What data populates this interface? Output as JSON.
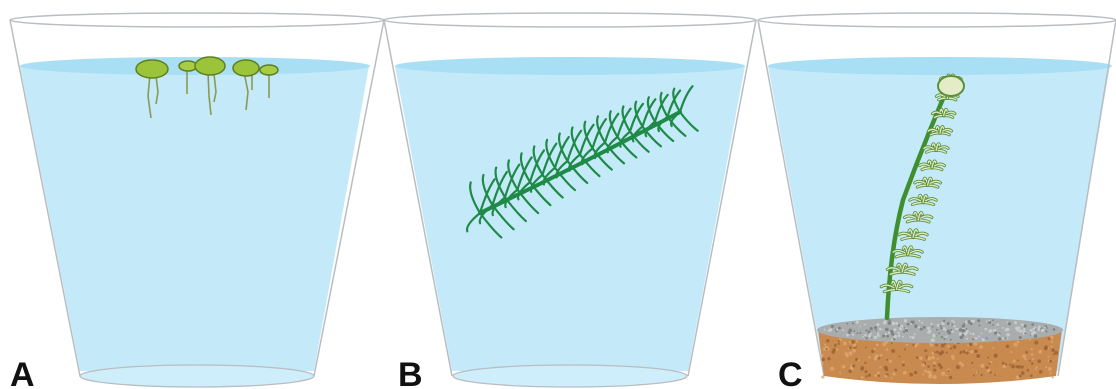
{
  "panels": [
    {
      "label": "A",
      "content": "floating-plants"
    },
    {
      "label": "B",
      "content": "submerged-free-plant"
    },
    {
      "label": "C",
      "content": "rooted-plant-in-sediment"
    }
  ],
  "colors": {
    "water": "#c4eafa",
    "water_surface": "#a9dff5",
    "glass_outline": "#b9bdc2",
    "duckweed": "#9bc43a",
    "duckweed_dark": "#5f7f1e",
    "waterweed": "#1f8a47",
    "stem": "#3f8f2f",
    "leaf_pale": "#e3ecc6",
    "gravel": "#a9adae",
    "soil": "#c98a4f"
  }
}
